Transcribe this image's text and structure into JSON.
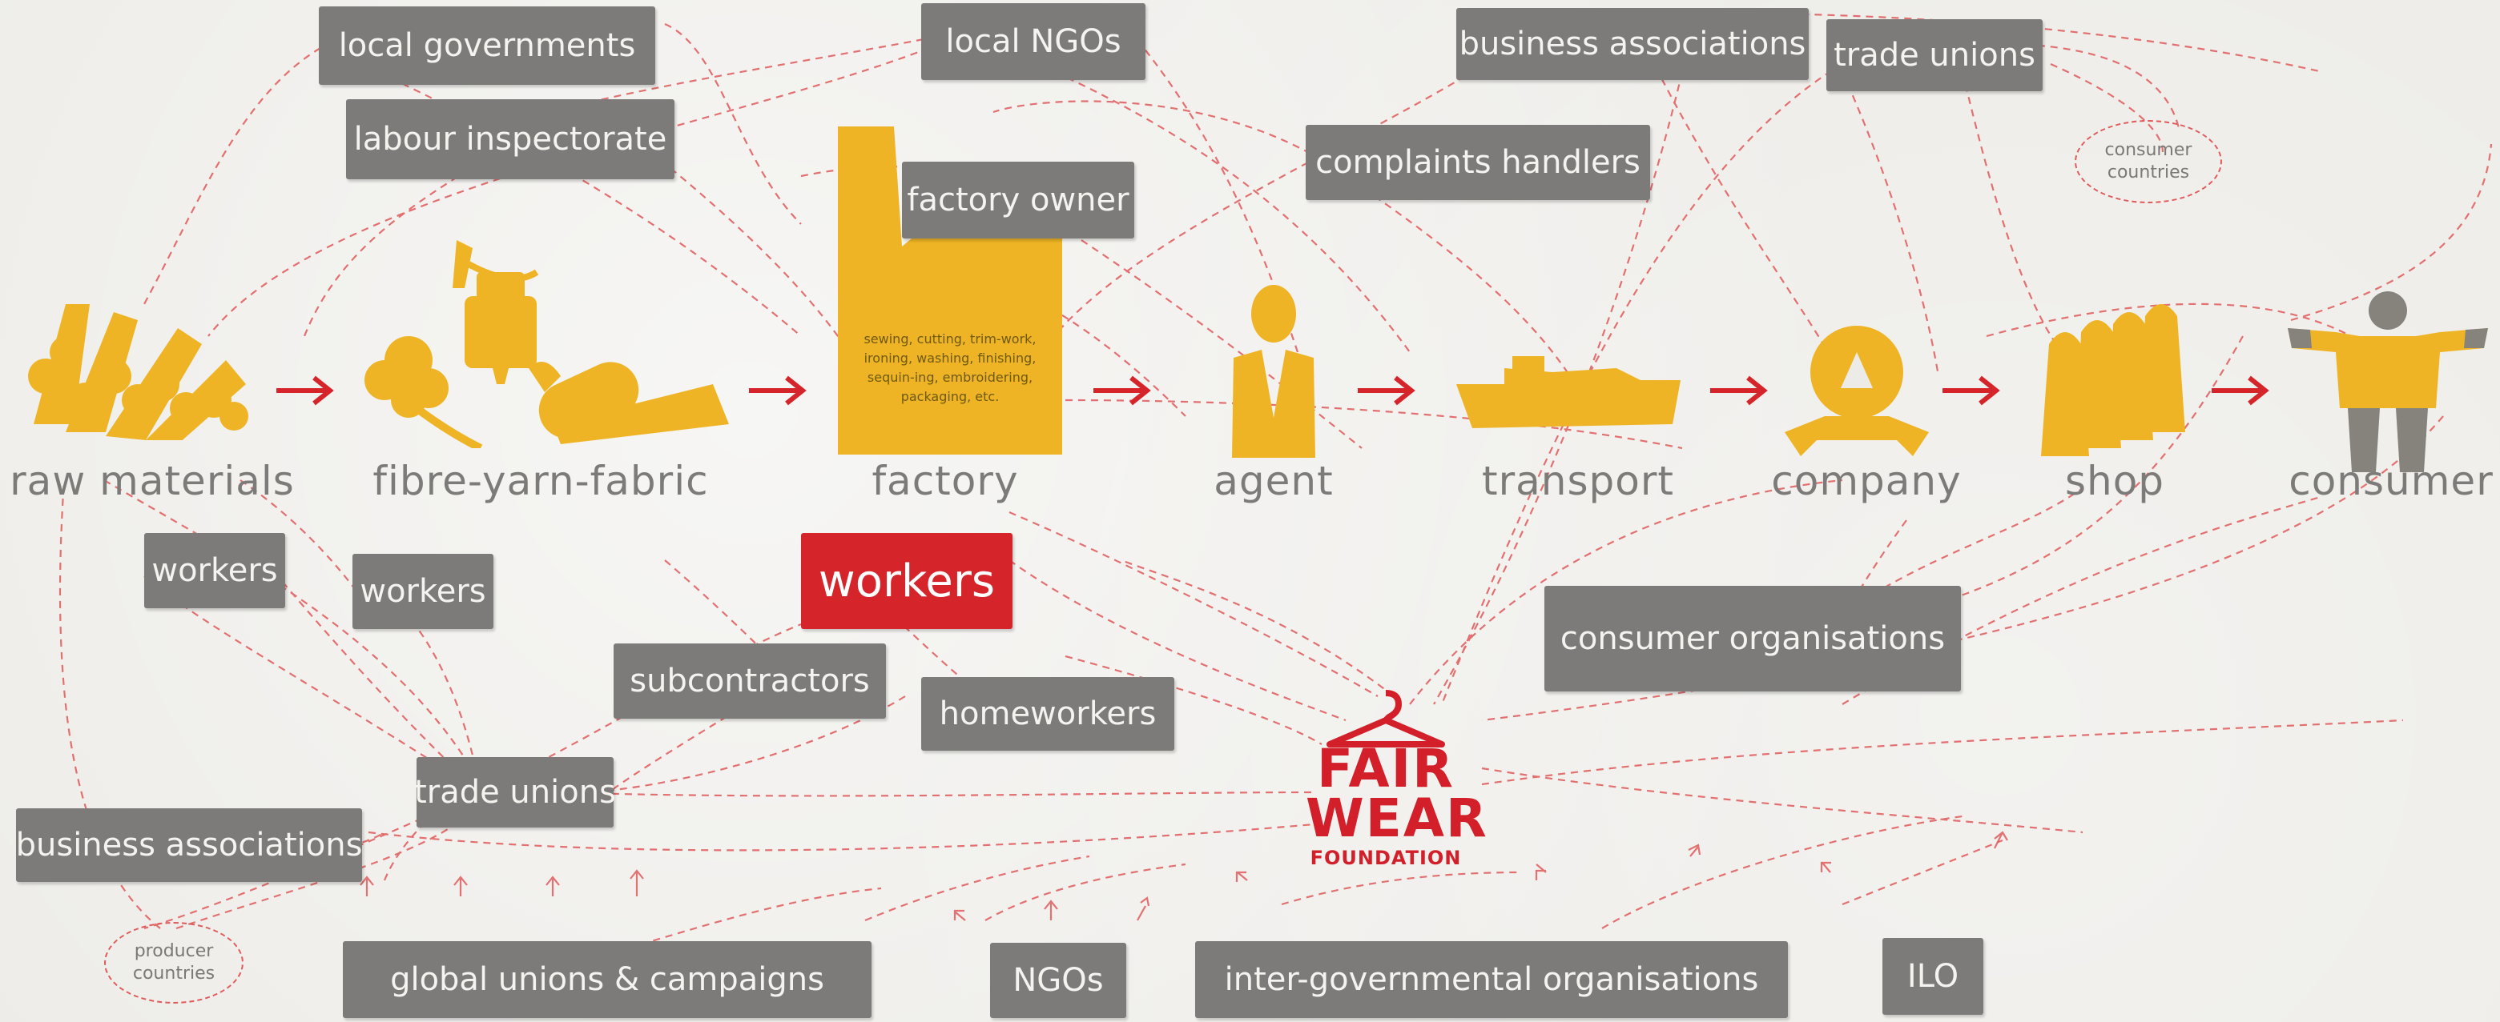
{
  "colors": {
    "background": "#ecebe7",
    "box_grey": "#7c7b79",
    "box_text": "#f4f3ef",
    "accent_red": "#d5252b",
    "icon_yellow": "#eeb425",
    "dashed_line": "#e05a5a",
    "label_grey": "#7c7b79"
  },
  "stages": [
    {
      "label": "raw materials",
      "icon": "cotton-plant-icon"
    },
    {
      "label": "fibre-yarn-fabric",
      "icon": "yarn-fabric-icon"
    },
    {
      "label": "factory",
      "icon": "factory-icon"
    },
    {
      "label": "agent",
      "icon": "agent-person-icon"
    },
    {
      "label": "transport",
      "icon": "cargo-ship-icon"
    },
    {
      "label": "company",
      "icon": "company-logo-icon"
    },
    {
      "label": "shop",
      "icon": "clothes-hangers-icon"
    },
    {
      "label": "consumer",
      "icon": "consumer-person-icon"
    }
  ],
  "factory_activities": [
    "sewing, cutting, trim-work,",
    "ironing, washing, finishing,",
    "sequin-ing, embroidering,",
    "packaging, etc."
  ],
  "actors": {
    "local_governments": "local governments",
    "labour_inspectorate": "labour inspectorate",
    "local_ngos": "local NGOs",
    "factory_owner": "factory owner",
    "complaints_handlers": "complaints handlers",
    "business_associations_top": "business associations",
    "trade_unions_top": "trade unions",
    "workers_raw": "workers",
    "workers_fibre": "workers",
    "workers_factory": "workers",
    "subcontractors": "subcontractors",
    "homeworkers": "homeworkers",
    "trade_unions_bottom": "trade unions",
    "business_associations_bottom": "business associations",
    "consumer_organisations": "consumer organisations",
    "global_unions": "global unions & campaigns",
    "ngos": "NGOs",
    "intergovernmental": "inter-governmental organisations",
    "ilo": "ILO"
  },
  "ovals": {
    "consumer_countries": [
      "consumer",
      "countries"
    ],
    "producer_countries": [
      "producer",
      "countries"
    ]
  },
  "logo": {
    "line1": "FAIR",
    "line2": "WEAR",
    "line3": "FOUNDATION",
    "icon": "hanger-icon"
  },
  "flow_arrow": "right-arrow-icon"
}
